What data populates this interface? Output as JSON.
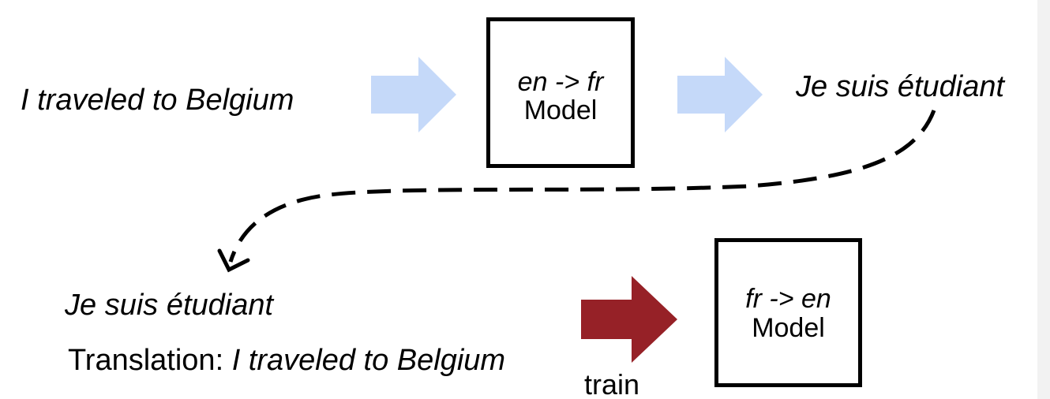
{
  "top": {
    "input_sentence": "I traveled to Belgium",
    "model": {
      "direction": "en -> fr",
      "label": "Model"
    },
    "output_sentence": "Je suis étudiant"
  },
  "bottom": {
    "source_sentence": "Je suis étudiant",
    "translation_prefix": "Translation: ",
    "translation_text": "I traveled to Belgium",
    "train_label": "train",
    "model": {
      "direction": "fr -> en",
      "label": "Model"
    }
  },
  "colors": {
    "light_arrow": "#c5d9f9",
    "train_arrow": "#962127",
    "stroke": "#000000"
  }
}
